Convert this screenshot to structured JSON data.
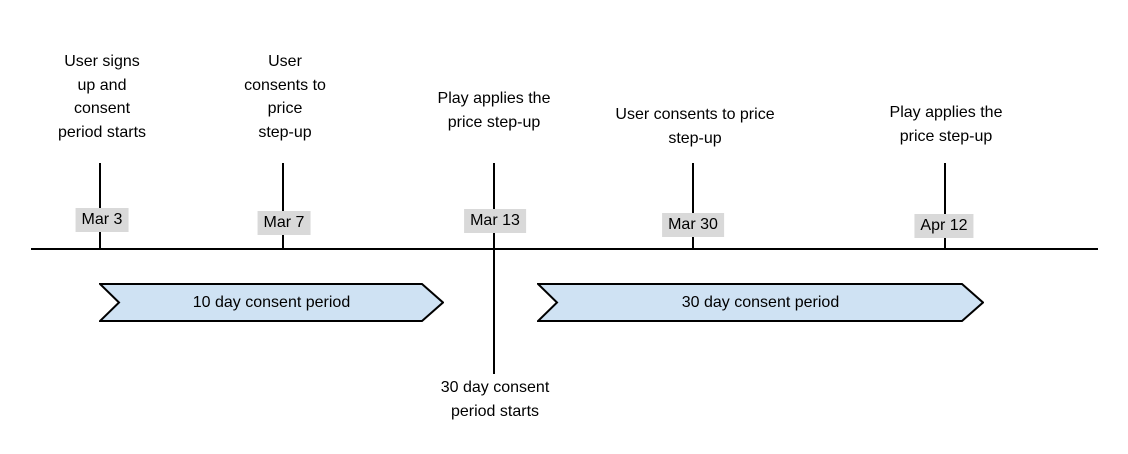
{
  "timeline": {
    "events": [
      {
        "label": "User signs\nup and\nconsent\nperiod starts",
        "date": "Mar 3"
      },
      {
        "label": "User\nconsents to\nprice\nstep-up",
        "date": "Mar 7"
      },
      {
        "label": "Play applies the\nprice step-up",
        "date": "Mar 13"
      },
      {
        "label": "User consents to price\nstep-up",
        "date": "Mar 30"
      },
      {
        "label": "Play applies the\nprice step-up",
        "date": "Apr 12"
      }
    ],
    "periods": [
      {
        "label": "10 day consent period"
      },
      {
        "label": "30 day consent period"
      }
    ],
    "callout": {
      "text": "30 day consent\nperiod starts"
    },
    "colors": {
      "period_fill": "#cfe2f3",
      "period_stroke": "#000000",
      "date_badge_bg": "#d9d9d9",
      "line": "#000000",
      "text": "#000000"
    }
  }
}
